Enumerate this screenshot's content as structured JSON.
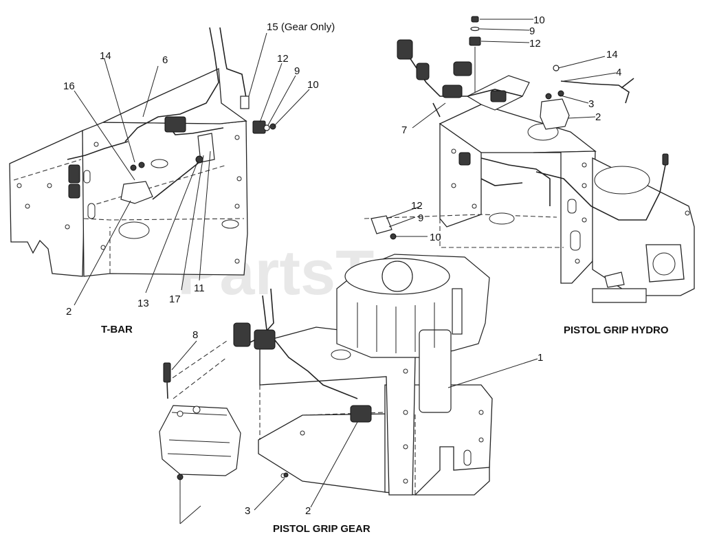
{
  "watermark": "PartsTree",
  "sections": {
    "tbar": "T-BAR",
    "hydro": "PISTOL GRIP HYDRO",
    "gear": "PISTOL GRIP GEAR"
  },
  "callouts": {
    "tbar": {
      "c15": "15 (Gear Only)",
      "c14": "14",
      "c6": "6",
      "c12": "12",
      "c9": "9",
      "c10": "10",
      "c16": "16",
      "c2": "2",
      "c13": "13",
      "c17": "17",
      "c11": "11"
    },
    "hydro": {
      "c10a": "10",
      "c9a": "9",
      "c12a": "12",
      "c14": "14",
      "c4": "4",
      "c3": "3",
      "c2": "2",
      "c7": "7",
      "c12b": "12",
      "c9b": "9",
      "c10b": "10"
    },
    "gear": {
      "c8": "8",
      "c1": "1",
      "c3": "3",
      "c2": "2"
    }
  }
}
